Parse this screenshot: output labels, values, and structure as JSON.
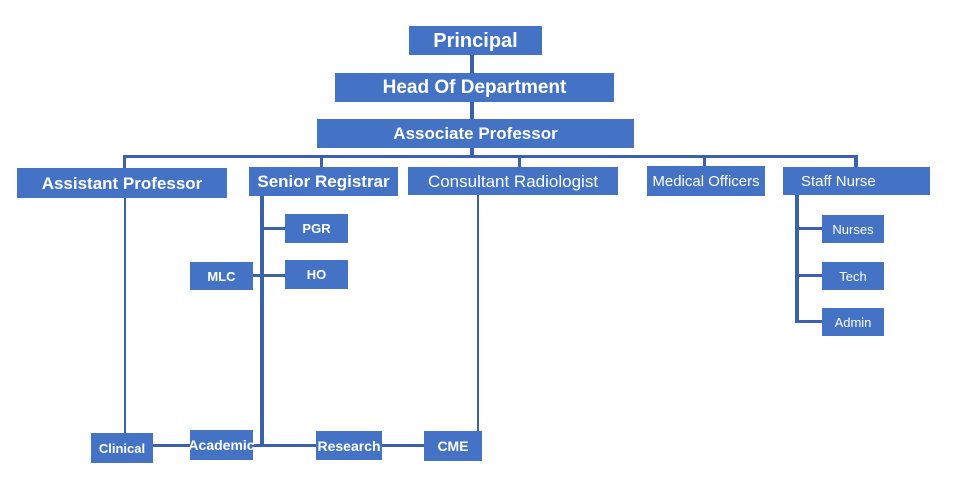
{
  "diagram": {
    "type": "org-chart",
    "nodes": {
      "principal": {
        "label": "Principal"
      },
      "hod": {
        "label": "Head Of Department"
      },
      "assoc": {
        "label": "Associate Professor"
      },
      "assistant": {
        "label": "Assistant Professor"
      },
      "senior": {
        "label": "Senior Registrar"
      },
      "consultant": {
        "label": "Consultant Radiologist"
      },
      "medical": {
        "label": "Medical Officers"
      },
      "staff": {
        "label": "Staff Nurse"
      },
      "pgr": {
        "label": "PGR"
      },
      "mlc": {
        "label": "MLC"
      },
      "ho": {
        "label": "HO"
      },
      "nurses": {
        "label": "Nurses"
      },
      "tech": {
        "label": "Tech"
      },
      "admin": {
        "label": "Admin"
      },
      "clinical": {
        "label": "Clinical"
      },
      "academic": {
        "label": "Academic"
      },
      "research": {
        "label": "Research"
      },
      "cme": {
        "label": "CME"
      }
    },
    "edges": [
      {
        "from": "Principal",
        "to": "Head Of Department"
      },
      {
        "from": "Head Of Department",
        "to": "Associate Professor"
      },
      {
        "from": "Associate Professor",
        "to": "Assistant Professor"
      },
      {
        "from": "Associate Professor",
        "to": "Senior Registrar"
      },
      {
        "from": "Associate Professor",
        "to": "Consultant Radiologist"
      },
      {
        "from": "Associate Professor",
        "to": "Medical Officers"
      },
      {
        "from": "Associate Professor",
        "to": "Staff Nurse"
      },
      {
        "from": "Senior Registrar",
        "to": "PGR"
      },
      {
        "from": "Senior Registrar",
        "to": "HO"
      },
      {
        "from": "MLC",
        "to": "HO"
      },
      {
        "from": "Senior Registrar",
        "to": "Research"
      },
      {
        "from": "Assistant Professor",
        "to": "Clinical"
      },
      {
        "from": "Consultant Radiologist",
        "to": "CME"
      },
      {
        "from": "Staff Nurse",
        "to": "Nurses"
      },
      {
        "from": "Staff Nurse",
        "to": "Tech"
      },
      {
        "from": "Staff Nurse",
        "to": "Admin"
      },
      {
        "from": "Clinical",
        "to": "Academic"
      },
      {
        "from": "Academic",
        "to": "Research"
      },
      {
        "from": "Research",
        "to": "CME"
      }
    ]
  },
  "colors": {
    "box_fill": "#4472C4",
    "line": "#3B61AD",
    "text": "#FFFFFF",
    "background": "#FFFFFF"
  }
}
